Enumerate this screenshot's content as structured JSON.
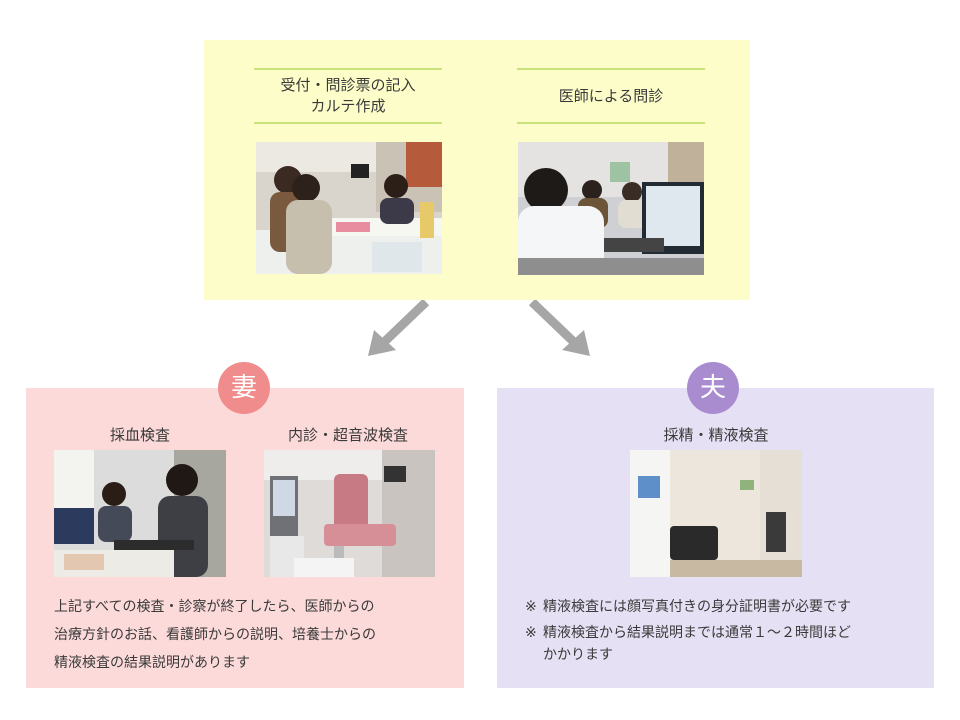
{
  "top": {
    "steps": [
      {
        "lines": [
          "受付・問診票の記入",
          "カルテ作成"
        ]
      },
      {
        "lines": [
          "医師による問診"
        ]
      }
    ]
  },
  "wife": {
    "badge": "妻",
    "tests": [
      "採血検査",
      "内診・超音波検査"
    ],
    "description_lines": [
      "上記すべての検査・診察が終了したら、医師からの",
      "治療方針のお話、看護師からの説明、培養士からの",
      "精液検査の結果説明があります"
    ]
  },
  "husband": {
    "badge": "夫",
    "test": "採精・精液検査",
    "notes": [
      {
        "mark": "※",
        "lines": [
          "精液検査には顔写真付きの身分証明書が必要です"
        ]
      },
      {
        "mark": "※",
        "lines": [
          "精液検査から結果説明までは通常１〜２時間ほど",
          "かかります"
        ]
      }
    ]
  },
  "colors": {
    "top_panel": "#fcfdc8",
    "wife_panel": "#fcdada",
    "husband_panel": "#e5e0f3",
    "wife_badge": "#f08c8c",
    "husband_badge": "#a98cd0",
    "arrow": "#a6a6a6"
  }
}
